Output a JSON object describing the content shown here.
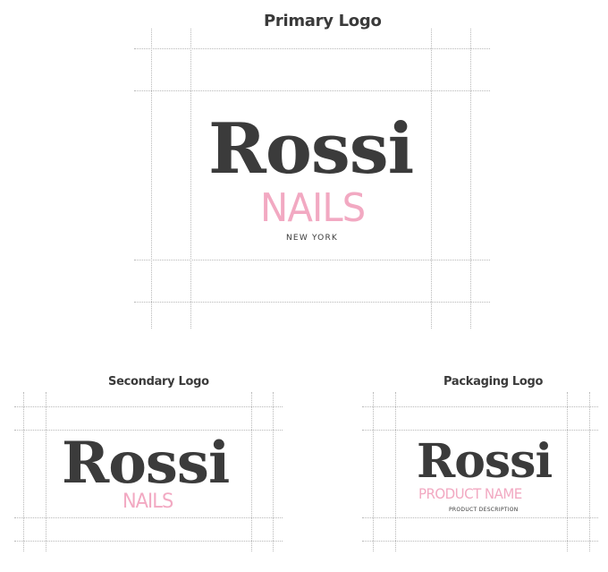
{
  "primary": {
    "heading": "Primary Logo",
    "wordmark": "Rossi",
    "subline": "NAILS",
    "location": "NEW YORK"
  },
  "secondary": {
    "heading": "Secondary Logo",
    "wordmark": "Rossi",
    "subline": "NAILS"
  },
  "packaging": {
    "heading": "Packaging Logo",
    "wordmark": "Rossi",
    "product_name": "PRODUCT NAME",
    "product_description": "PRODUCT DESCRIPTION"
  },
  "colors": {
    "wordmark": "#3b3b3b",
    "accent_pink": "#f2a9c2",
    "guide_lines": "#b8b8b8"
  }
}
